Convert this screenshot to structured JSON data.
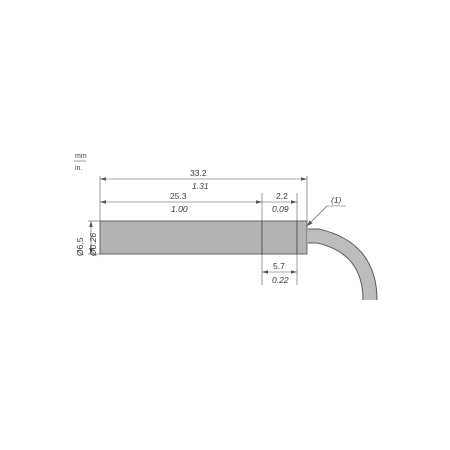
{
  "units": {
    "primary": "mm",
    "secondary": "in."
  },
  "colors": {
    "body": "#b4b4b4",
    "body_stroke": "#4a4a4a",
    "cable": "#bdbdbd",
    "line": "#555555"
  },
  "dimensions": {
    "overall_length": {
      "mm": "33.2",
      "in": "1.31"
    },
    "body_length": {
      "mm": "25.3",
      "in": "1.00"
    },
    "collar_length": {
      "mm": "2.2",
      "in": "0.09"
    },
    "head_length": {
      "mm": "5.7",
      "in": "0.22"
    },
    "diameter": {
      "mm": "Ø6.5",
      "in": "Ø0.26"
    }
  },
  "callout": {
    "label": "(1)"
  }
}
